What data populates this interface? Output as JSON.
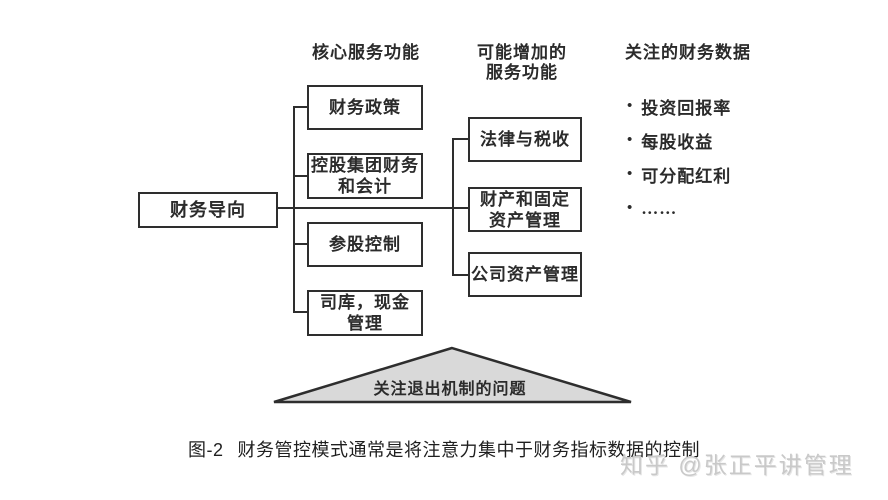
{
  "diagram": {
    "headers": {
      "core": "核心服务功能",
      "added": "可能增加的\n服务功能",
      "watched": "关注的财务数据"
    },
    "root_box": {
      "label": "财务导向"
    },
    "core_service_boxes": [
      {
        "label": "财务政策"
      },
      {
        "label": "控股集团财务\n和会计"
      },
      {
        "label": "参股控制"
      },
      {
        "label": "司库，现金\n管理"
      }
    ],
    "added_service_boxes": [
      {
        "label": "法律与税收"
      },
      {
        "label": "财产和固定\n资产管理"
      },
      {
        "label": "公司资产管理"
      }
    ],
    "watched_data_items": [
      {
        "bullet": "•",
        "label": "投资回报率"
      },
      {
        "bullet": "•",
        "label": "每股收益"
      },
      {
        "bullet": "•",
        "label": "可分配红利"
      },
      {
        "bullet": "•",
        "label": "……"
      }
    ],
    "triangle": {
      "label": "关注退出机制的问题",
      "fill": "#d9d9d9"
    },
    "caption": {
      "tag": "图-2",
      "text": "财务管控模式通常是将注意力集中于财务指标数据的控制"
    },
    "watermark": {
      "text": "知乎 @张正平讲管理"
    },
    "colors": {
      "line": "#2e2e2e",
      "text": "#2b2b2b",
      "triangle_fill": "#d9d9d9",
      "watermark": "#c9c9c9"
    }
  }
}
